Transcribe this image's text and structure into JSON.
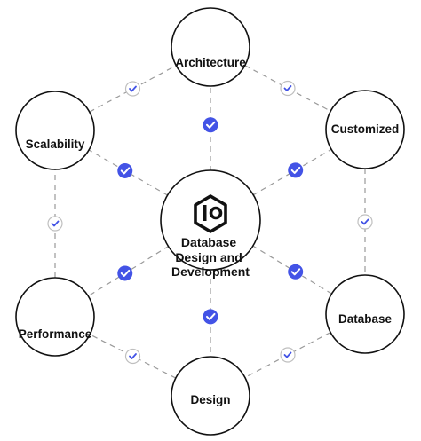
{
  "center": {
    "lines": [
      "Database",
      "Design and",
      "Development"
    ],
    "icon": "hexagon-logo-icon"
  },
  "nodes": [
    {
      "id": "architecture",
      "label": "Architecture"
    },
    {
      "id": "customized",
      "label": "Customized"
    },
    {
      "id": "database",
      "label": "Database"
    },
    {
      "id": "design",
      "label": "Design"
    },
    {
      "id": "performance",
      "label": "Performance"
    },
    {
      "id": "scalability",
      "label": "Scalability"
    }
  ],
  "colors": {
    "accent": "#4353e6",
    "line": "#9a9a9a",
    "outline": "#111111"
  },
  "badges": {
    "filled_icon": "check-filled-icon",
    "outlined_icon": "check-outline-icon"
  }
}
